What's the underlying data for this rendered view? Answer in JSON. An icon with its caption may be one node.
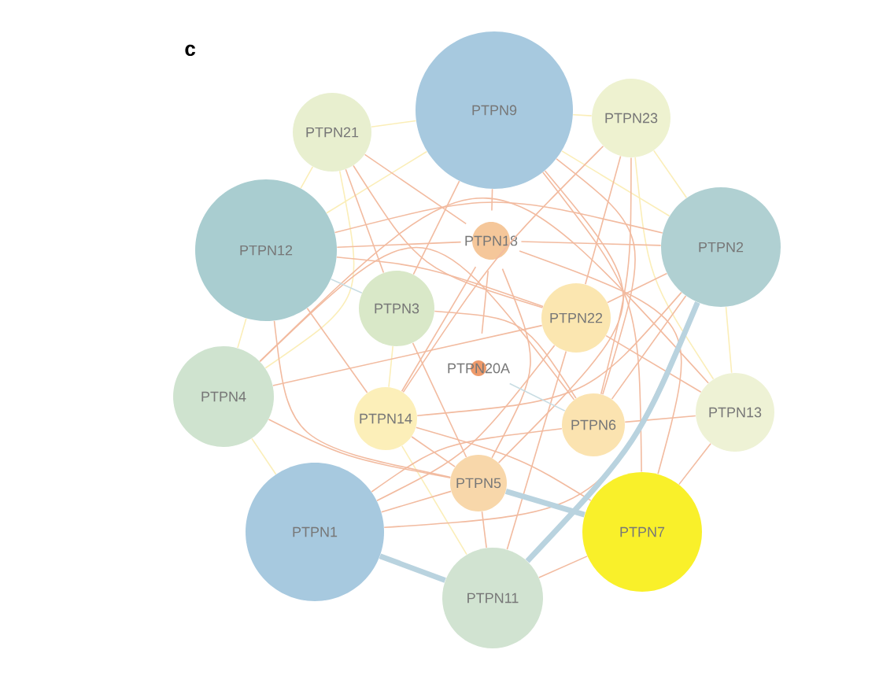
{
  "diagram": {
    "nodes": [
      {
        "text": [
          "PTPN9"
        ]
      },
      {
        "text": [
          "PTPN21"
        ]
      },
      {
        "text": [
          "PTPN23"
        ]
      },
      {
        "text": [
          "PTPN12"
        ]
      },
      {
        "text": [
          "PTPN18"
        ]
      },
      {
        "text": [
          "PTPN2"
        ]
      },
      {
        "text": [
          "PTPN3"
        ]
      },
      {
        "text": [
          "PTPN22"
        ]
      },
      {
        "text": [
          "PTPN20A"
        ]
      },
      {
        "text": [
          "PTPN4"
        ]
      },
      {
        "text": [
          "PTPN14"
        ]
      },
      {
        "text": [
          "PTPN6"
        ]
      },
      {
        "text": [
          "PTPN13"
        ]
      },
      {
        "text": [
          "PTPN5"
        ]
      },
      {
        "text": [
          "PTPN1"
        ]
      },
      {
        "text": [
          "PTPN7"
        ]
      },
      {
        "text": [
          "PTPN11"
        ]
      }
    ],
    "edges": [
      {
        "from": 0,
        "to": 1,
        "arrow": "none",
        "color": "#fbeeb8"
      },
      {
        "from": 0,
        "to": 2,
        "arrow": "none",
        "color": "#fbeeb8"
      },
      {
        "from": 0,
        "to": 3,
        "arrow": "none",
        "color": "#fbeeb8"
      },
      {
        "from": 0,
        "to": 5,
        "arrow": "none",
        "color": "#fbeeb8"
      },
      {
        "from": 1,
        "to": 3,
        "arrow": "none",
        "color": "#fbeeb8"
      },
      {
        "from": 2,
        "to": 5,
        "arrow": "none",
        "color": "#fbeeb8"
      },
      {
        "from": 3,
        "to": 9,
        "arrow": "none",
        "color": "#fbeeb8"
      },
      {
        "from": 5,
        "to": 12,
        "arrow": "none",
        "color": "#fbeeb8"
      },
      {
        "from": 6,
        "to": 10,
        "arrow": "none",
        "color": "#fbeeb8"
      },
      {
        "from": 10,
        "to": 16,
        "arrow": "none",
        "color": "#fbeeb8"
      },
      {
        "from": 1,
        "to": 9,
        "arrow": "none",
        "color": "#fbeeb8"
      },
      {
        "from": 2,
        "to": 12,
        "arrow": "none",
        "color": "#fbeeb8"
      },
      {
        "from": 9,
        "to": 14,
        "arrow": "none",
        "color": "#fbeeb8"
      },
      {
        "from": 1,
        "to": 4,
        "arrow": "none"
      },
      {
        "from": 1,
        "to": 7,
        "arrow": "none"
      },
      {
        "from": 1,
        "to": 6,
        "arrow": "none"
      },
      {
        "from": 0,
        "to": 6,
        "arrow": "none"
      },
      {
        "from": 0,
        "to": 4,
        "arrow": "none"
      },
      {
        "from": 0,
        "to": 13,
        "arrow": "none"
      },
      {
        "from": 0,
        "to": 11,
        "arrow": "none"
      },
      {
        "from": 0,
        "to": 15,
        "arrow": "none"
      },
      {
        "from": 2,
        "to": 7,
        "arrow": "none"
      },
      {
        "from": 2,
        "to": 11,
        "arrow": "none"
      },
      {
        "from": 2,
        "to": 10,
        "arrow": "none"
      },
      {
        "from": 3,
        "to": 4,
        "arrow": "none"
      },
      {
        "from": 3,
        "to": 5,
        "arrow": "none"
      },
      {
        "from": 3,
        "to": 7,
        "arrow": "none"
      },
      {
        "from": 3,
        "to": 13,
        "arrow": "none"
      },
      {
        "from": 3,
        "to": 10,
        "arrow": "none"
      },
      {
        "from": 4,
        "to": 5,
        "arrow": "none"
      },
      {
        "from": 4,
        "to": 8,
        "arrow": "none"
      },
      {
        "from": 4,
        "to": 13,
        "arrow": "none"
      },
      {
        "from": 4,
        "to": 10,
        "arrow": "none"
      },
      {
        "from": 4,
        "to": 15,
        "arrow": "none"
      },
      {
        "from": 5,
        "to": 7,
        "arrow": "none"
      },
      {
        "from": 5,
        "to": 11,
        "arrow": "none"
      },
      {
        "from": 5,
        "to": 14,
        "arrow": "none"
      },
      {
        "from": 5,
        "to": 10,
        "arrow": "none"
      },
      {
        "from": 6,
        "to": 11,
        "arrow": "none"
      },
      {
        "from": 6,
        "to": 13,
        "arrow": "none"
      },
      {
        "from": 7,
        "to": 14,
        "arrow": "none"
      },
      {
        "from": 7,
        "to": 9,
        "arrow": "none"
      },
      {
        "from": 7,
        "to": 16,
        "arrow": "none"
      },
      {
        "from": 9,
        "to": 11,
        "arrow": "none"
      },
      {
        "from": 9,
        "to": 13,
        "arrow": "none"
      },
      {
        "from": 9,
        "to": 12,
        "arrow": "none"
      },
      {
        "from": 10,
        "to": 15,
        "arrow": "none"
      },
      {
        "from": 10,
        "to": 13,
        "arrow": "none"
      },
      {
        "from": 11,
        "to": 14,
        "arrow": "none"
      },
      {
        "from": 11,
        "to": 12,
        "arrow": "none"
      },
      {
        "from": 12,
        "to": 7,
        "arrow": "none"
      },
      {
        "from": 12,
        "to": 15,
        "arrow": "none"
      },
      {
        "from": 13,
        "to": 16,
        "arrow": "none"
      },
      {
        "from": 15,
        "to": 16,
        "arrow": "none"
      },
      {
        "from": 14,
        "to": 13,
        "arrow": "none"
      },
      {
        "from": 3,
        "to": 6,
        "arrow": "none",
        "color": "#c9dde3"
      },
      {
        "from": 8,
        "to": 11,
        "arrow": "none",
        "color": "#c9dde3"
      },
      {
        "from": 5,
        "to": 16,
        "arrow": "none",
        "style": "thick",
        "color": "#b9d3df"
      },
      {
        "from": 14,
        "to": 16,
        "arrow": "none",
        "style": "thick",
        "color": "#b9d3df"
      },
      {
        "from": 13,
        "to": 15,
        "arrow": "none",
        "style": "thick",
        "color": "#b9d3df"
      }
    ],
    "labels": [
      "c"
    ]
  }
}
